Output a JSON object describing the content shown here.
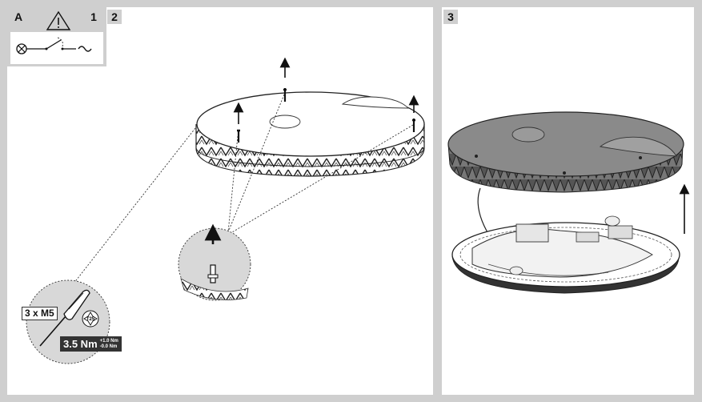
{
  "panels": {
    "a": {
      "tag": "A"
    },
    "step1": {
      "tag": "1"
    },
    "step2": {
      "tag": "2"
    },
    "step3": {
      "tag": "3"
    }
  },
  "tool": {
    "screws": "3 x M5",
    "torx": "T25",
    "torque": "3.5 Nm",
    "tol_plus": "+1.0 Nm",
    "tol_minus": "-0.0 Nm"
  },
  "icons": [
    "warning-icon",
    "lamp-icon",
    "switch-icon",
    "ac-icon",
    "screwdriver-icon",
    "arrow-up-icon"
  ]
}
